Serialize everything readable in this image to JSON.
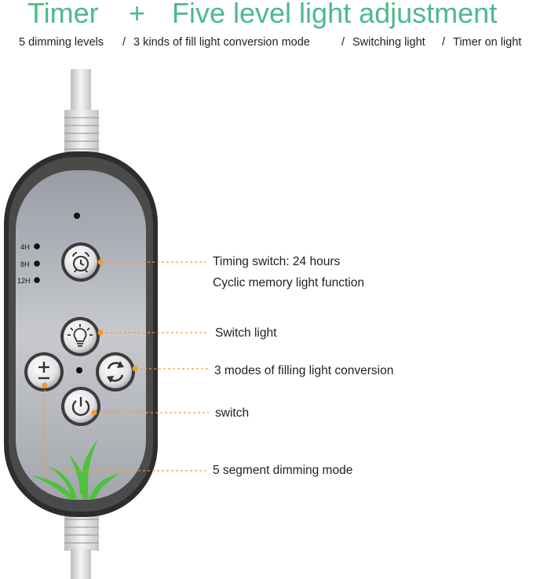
{
  "headline": {
    "part1": "Timer",
    "plus": "+",
    "part2": "Five level light adjustment"
  },
  "subheadline": {
    "item1": "5 dimming levels",
    "sep1": "/",
    "item2": "3 kinds of fill light conversion mode",
    "sep2": "/",
    "item3": "Switching light",
    "sep3": "/",
    "item4": "Timer on light"
  },
  "timer_levels": [
    "4H",
    "8H",
    "12H"
  ],
  "callouts": {
    "timing_line1": "Timing switch: 24 hours",
    "timing_line2": "Cyclic memory light function",
    "switch_light": "Switch light",
    "modes": "3 modes of filling light conversion",
    "switch": "switch",
    "dimming": "5 segment dimming mode"
  },
  "icons": {
    "timer_button": "alarm-clock-icon",
    "light_button": "bulb-icon",
    "mode_button": "refresh-icon",
    "dim_button": "plus-minus-icon",
    "power_button": "power-icon"
  },
  "colors": {
    "title_green": "#4cba8c",
    "callout_orange": "#f39a2c",
    "panel_gray": "#bfc1c8",
    "casing_dark": "#2d2d2d"
  }
}
